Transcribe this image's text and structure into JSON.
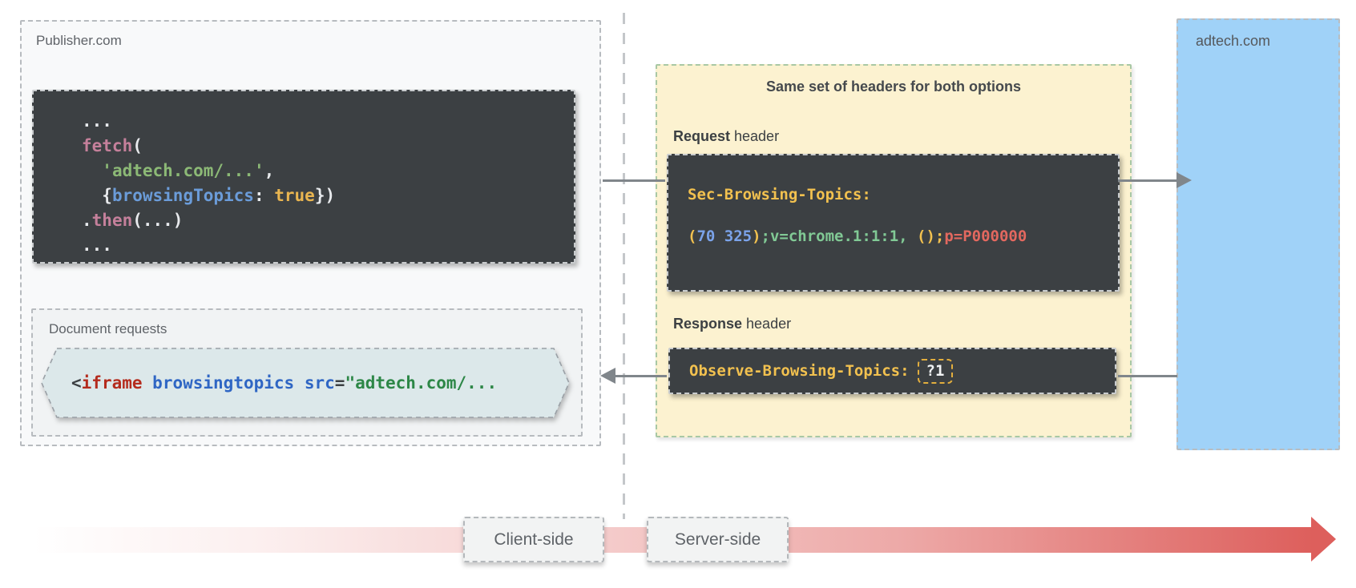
{
  "palette": {
    "code_pink": "#c5809b",
    "code_green": "#8cb976",
    "code_blue": "#6b9cd9",
    "code_gold": "#e9b550",
    "code_white": "#e8eaed",
    "hdr_gold": "#f2c14f",
    "hdr_blue": "#7ba3ea",
    "hdr_green": "#81c995",
    "hdr_red": "#e3685f",
    "tag_dark": "#3c4043",
    "tag_red": "#b42c1e",
    "tag_blue": "#2f66c4",
    "tag_green": "#2d8747",
    "panel_yellow_bg": "#fcf2d0",
    "panel_border_green": "#a9c8a4",
    "adtech_blue_bg": "#a0d2f8",
    "dark_code_bg": "#3c4043",
    "hexagon_fill": "#dce8ea",
    "arrow_gray": "#80868b",
    "timeline_red": "#dd5f5c"
  },
  "publisher": {
    "label": "Publisher.com",
    "fetch_code_tokens": [
      {
        "t": "...\n",
        "c": "code_white"
      },
      {
        "t": "fetch",
        "c": "code_pink"
      },
      {
        "t": "(\n",
        "c": "code_white"
      },
      {
        "t": "  ",
        "c": "code_white"
      },
      {
        "t": "'adtech.com/...'",
        "c": "code_green"
      },
      {
        "t": ",\n",
        "c": "code_white"
      },
      {
        "t": "  {",
        "c": "code_white"
      },
      {
        "t": "browsingTopics",
        "c": "code_blue"
      },
      {
        "t": ": ",
        "c": "code_white"
      },
      {
        "t": "true",
        "c": "code_gold"
      },
      {
        "t": "})\n",
        "c": "code_white"
      },
      {
        "t": ".",
        "c": "code_white"
      },
      {
        "t": "then",
        "c": "code_pink"
      },
      {
        "t": "(...)\n",
        "c": "code_white"
      },
      {
        "t": "...",
        "c": "code_white"
      }
    ],
    "document_requests": {
      "label": "Document requests",
      "iframe_code_tokens": [
        {
          "t": "<",
          "c": "tag_dark"
        },
        {
          "t": "iframe",
          "c": "tag_red"
        },
        {
          "t": " ",
          "c": "tag_dark"
        },
        {
          "t": "browsingtopics",
          "c": "tag_blue"
        },
        {
          "t": " ",
          "c": "tag_dark"
        },
        {
          "t": "src",
          "c": "tag_blue"
        },
        {
          "t": "=",
          "c": "tag_dark"
        },
        {
          "t": "\"adtech.com/...",
          "c": "tag_green"
        }
      ]
    }
  },
  "headers_panel": {
    "title": "Same set of headers for both options",
    "request": {
      "label_bold": "Request",
      "label_rest": " header",
      "line1_tokens": [
        {
          "t": "Sec-Browsing-Topics:",
          "c": "hdr_gold"
        }
      ],
      "line2_tokens": [
        {
          "t": "(",
          "c": "hdr_gold"
        },
        {
          "t": "70 325",
          "c": "hdr_blue"
        },
        {
          "t": ")",
          "c": "hdr_gold"
        },
        {
          "t": ";v=chrome.1:1:1,",
          "c": "hdr_green"
        },
        {
          "t": " ",
          "c": "hdr_gold"
        },
        {
          "t": "();",
          "c": "hdr_gold"
        },
        {
          "t": "p=P000000",
          "c": "hdr_red"
        }
      ]
    },
    "response": {
      "label_bold": "Response",
      "label_rest": " header",
      "line_tokens": [
        {
          "t": "Observe-Browsing-Topics:",
          "c": "hdr_gold"
        }
      ],
      "badge": "?1"
    }
  },
  "adtech": {
    "label": "adtech.com"
  },
  "timeline": {
    "client_label": "Client-side",
    "server_label": "Server-side"
  }
}
